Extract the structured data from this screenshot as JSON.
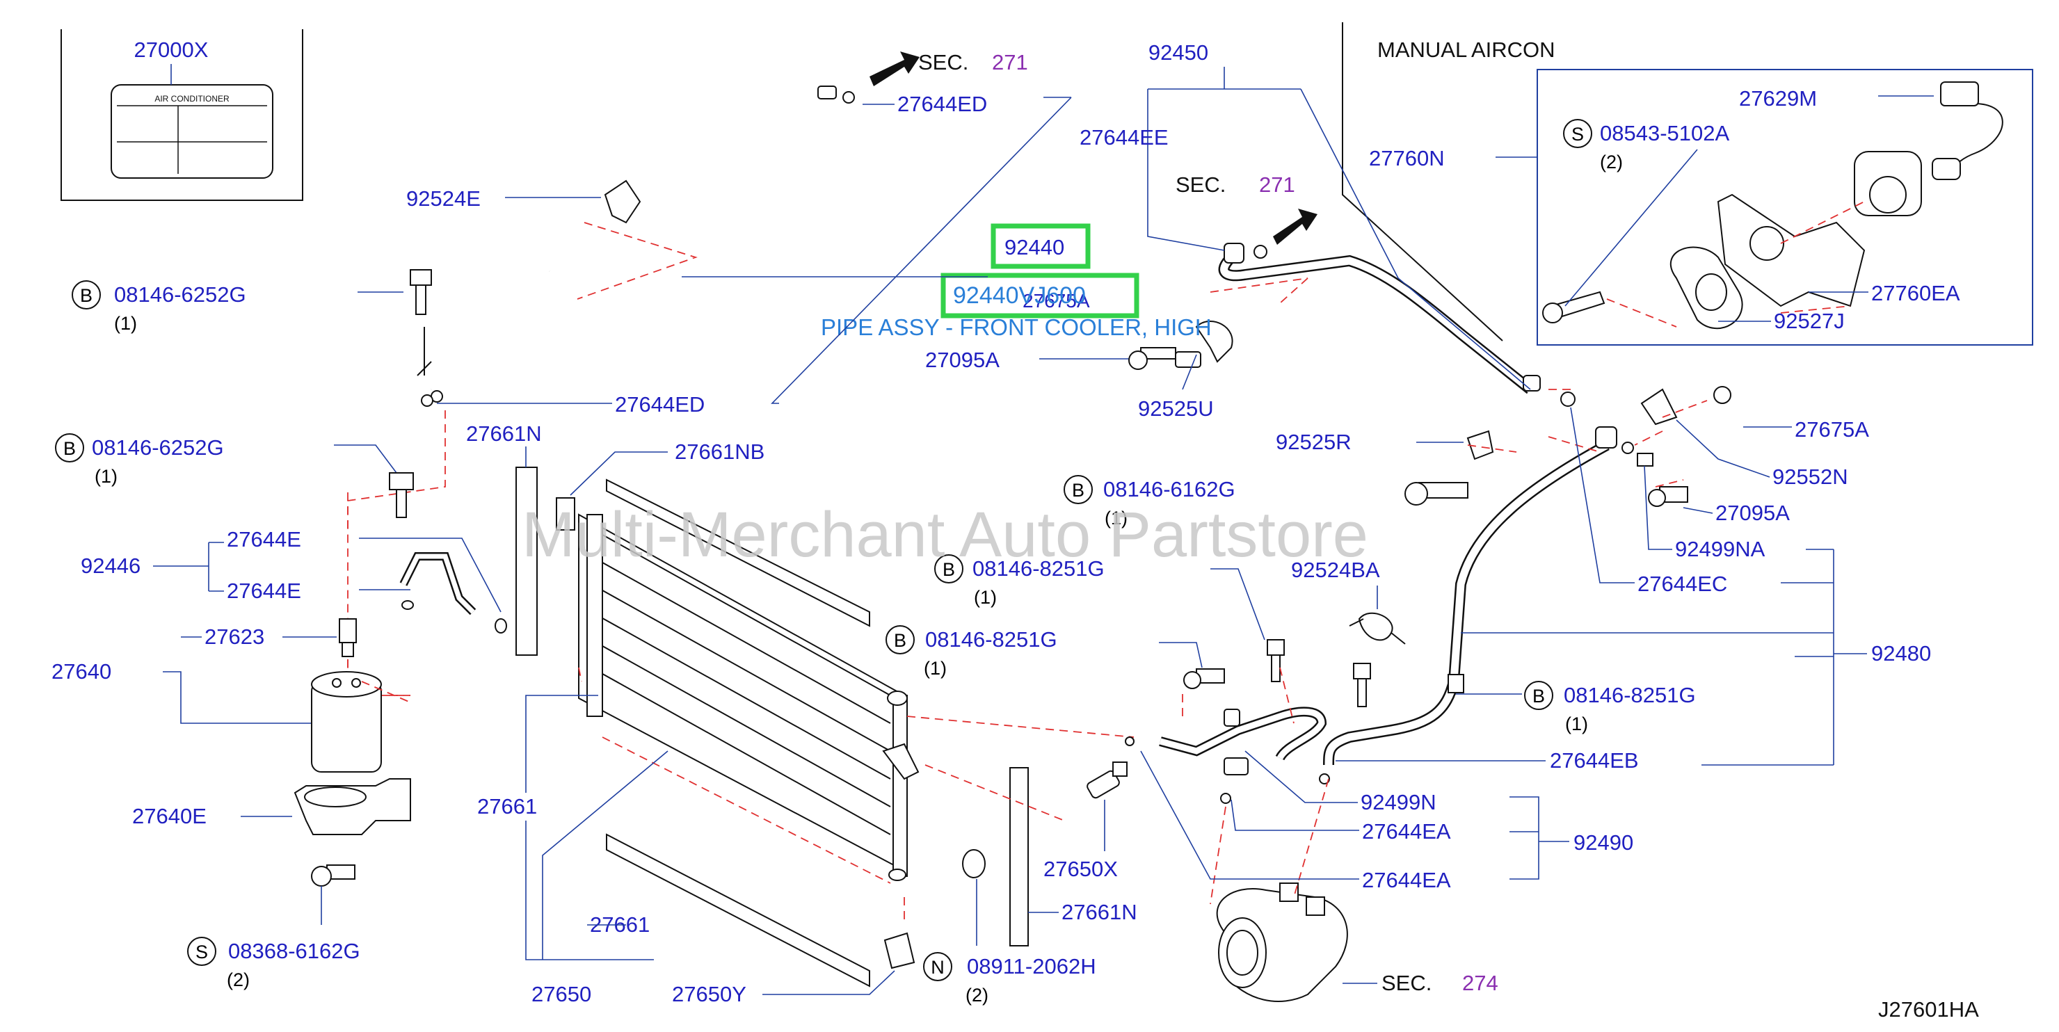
{
  "colors": {
    "part_number": "#2020c0",
    "section_ref": "#8a2fb0",
    "leader": "#1f3fa0",
    "dash": "#e03030",
    "highlight": "#33d14a",
    "annotation": "#2a7fd8",
    "watermark": "#c8c8c8"
  },
  "watermark": "Multi-Merchant Auto Partstore",
  "header": {
    "variant": "MANUAL   AIRCON",
    "diagram_code": "J27601HA"
  },
  "label_box": {
    "part": "27000X",
    "sticker_text": "AIR    CONDITIONER"
  },
  "highlight": {
    "part": "92440",
    "alt_part": "92440VJ600",
    "overlap_part": "27675A",
    "description": "PIPE ASSY - FRONT COOLER, HIGH"
  },
  "sec_refs": [
    {
      "prefix": "SEC.",
      "number": "271"
    },
    {
      "prefix": "SEC.",
      "number": "271"
    },
    {
      "prefix": "SEC.",
      "number": "274"
    }
  ],
  "bolts": [
    {
      "symbol": "B",
      "part": "08146-6252G",
      "qty": "(1)"
    },
    {
      "symbol": "B",
      "part": "08146-6252G",
      "qty": "(1)"
    },
    {
      "symbol": "S",
      "part": "08543-5102A",
      "qty": "(2)"
    },
    {
      "symbol": "B",
      "part": "08146-6162G",
      "qty": "(1)"
    },
    {
      "symbol": "B",
      "part": "08146-8251G",
      "qty": "(1)"
    },
    {
      "symbol": "B",
      "part": "08146-8251G",
      "qty": "(1)"
    },
    {
      "symbol": "B",
      "part": "08146-8251G",
      "qty": "(1)"
    },
    {
      "symbol": "S",
      "part": "08368-6162G",
      "qty": "(2)"
    },
    {
      "symbol": "N",
      "part": "08911-2062H",
      "qty": "(2)"
    }
  ],
  "labels": {
    "p27644ED_a": "27644ED",
    "p92450": "92450",
    "p27644EE": "27644EE",
    "p27760N": "27760N",
    "p27629M": "27629M",
    "p27760EA": "27760EA",
    "p92527J": "92527J",
    "p92524E": "92524E",
    "p27095A_a": "27095A",
    "p92525U": "92525U",
    "p27644ED_b": "27644ED",
    "p27675A_b": "27675A",
    "p92525R": "92525R",
    "p92552N": "92552N",
    "p27095A_b": "27095A",
    "p92499NA": "92499NA",
    "p27644EC": "27644EC",
    "p27661N_a": "27661N",
    "p27661NB": "27661NB",
    "p92446": "92446",
    "p27644E_a": "27644E",
    "p27644E_b": "27644E",
    "p27640": "27640",
    "p27623": "27623",
    "p92524BA": "92524BA",
    "p92480": "92480",
    "p27644EB": "27644EB",
    "p92499N": "92499N",
    "p27644EA_a": "27644EA",
    "p92490": "92490",
    "p27644EA_b": "27644EA",
    "p27640E": "27640E",
    "p27661_a": "27661",
    "p27650X": "27650X",
    "p27661N_b": "27661N",
    "p27661_b": "27661",
    "p27650": "27650",
    "p27650Y": "27650Y"
  }
}
